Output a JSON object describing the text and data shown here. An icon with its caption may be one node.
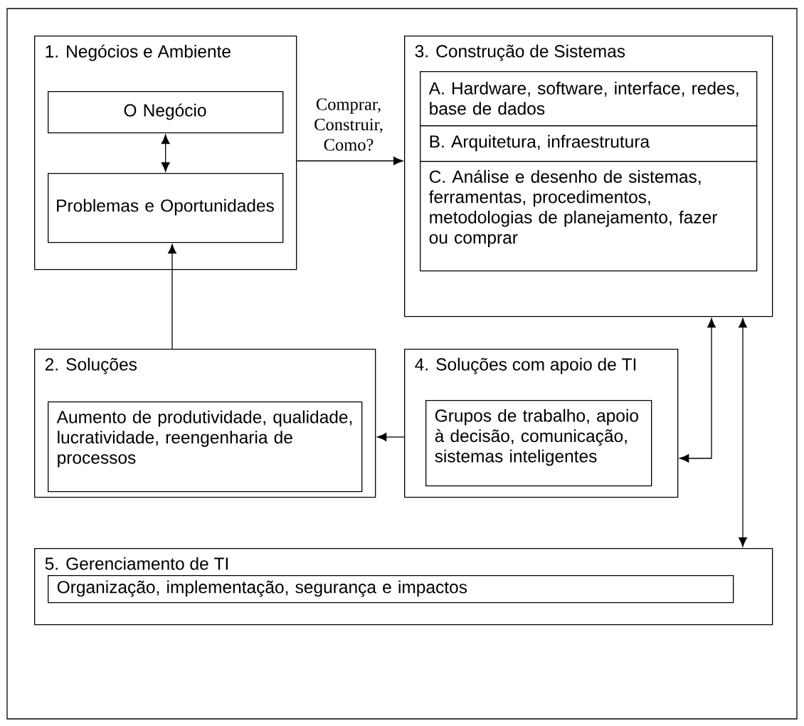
{
  "diagram": {
    "nodes": [
      {
        "text": [
          "1. Negócios e Ambiente"
        ]
      },
      {
        "text": [
          "O Negócio"
        ],
        "in": 0
      },
      {
        "text": [
          "Problemas e Oportunidades"
        ],
        "in": 0
      },
      {
        "text": [
          "3. Construção de Sistemas"
        ]
      },
      {
        "text": [
          "A. Hardware, software, interface, redes, base de dados"
        ],
        "in": 3
      },
      {
        "text": [
          "B. Arquitetura, infraestrutura"
        ],
        "in": 3
      },
      {
        "text": [
          "C. Análise e desenho de sistemas, ferramentas, procedimentos, metodologias de planejamento, fazer ou comprar"
        ],
        "in": 3
      },
      {
        "text": [
          "2. Soluções"
        ]
      },
      {
        "text": [
          "Aumento de produtividade, qualidade, lucratividade, reengenharia de processos"
        ],
        "in": 7
      },
      {
        "text": [
          "4. Soluções com apoio de TI"
        ]
      },
      {
        "text": [
          "Grupos de trabalho, apoio à decisão, comunicação, sistemas inteligentes"
        ],
        "in": 9
      },
      {
        "text": [
          "5. Gerenciamento de TI"
        ]
      },
      {
        "text": [
          "Organização, implementação, segurança e impactos"
        ],
        "in": 11
      }
    ],
    "edges": [
      {
        "from": 1,
        "to": 2,
        "arrow": "both"
      },
      {
        "from": 7,
        "to": 2,
        "arrow": "to"
      },
      {
        "from": 0,
        "to": 3,
        "arrow": "to",
        "label": "Comprar, Construir, Como?"
      },
      {
        "from": 9,
        "to": 7,
        "arrow": "to"
      },
      {
        "from": 3,
        "to": 9,
        "arrow": "both"
      },
      {
        "from": 3,
        "to": 11,
        "arrow": "both"
      }
    ]
  }
}
